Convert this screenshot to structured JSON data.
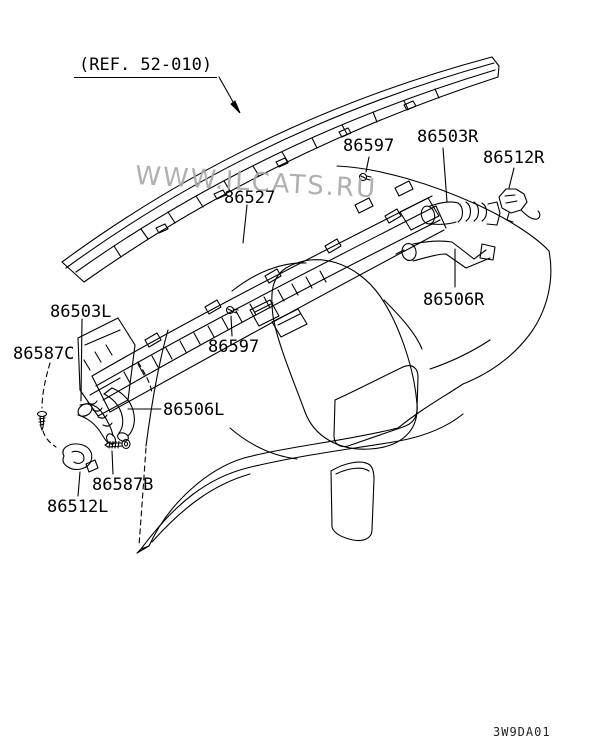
{
  "diagram_title_reference": "(REF. 52-010)",
  "drawing_code": "3W9DA01",
  "watermark": {
    "text": "WWW.ILCATS.RU",
    "color": "#a8a8a8"
  },
  "colors": {
    "line": "#000000",
    "background": "#ffffff"
  },
  "labels": {
    "ref": "(REF. 52-010)",
    "screw_top": "86597",
    "duct_right": "86503R",
    "bracket_right": "86512R",
    "center_duct": "86527",
    "vent_right": "86506R",
    "duct_left": "86503L",
    "screw_c": "86587C",
    "screw_mid": "86597",
    "vent_left": "86506L",
    "screw_b": "86587B",
    "bracket_left": "86512L"
  }
}
